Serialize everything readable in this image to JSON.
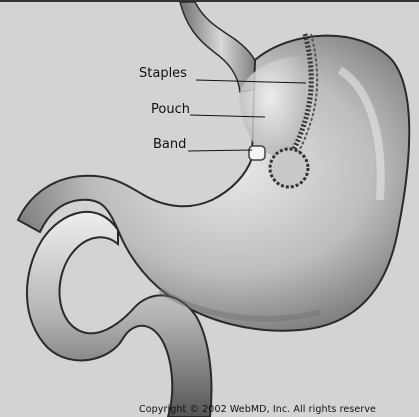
{
  "labels": {
    "staples": "Staples",
    "pouch": "Pouch",
    "band": "Band"
  },
  "copyright": "Copyright © 2002 WebMD, Inc. All rights reserve",
  "colors": {
    "background": "#d3d3d3",
    "organ_light": "#e6e6e6",
    "organ_dark": "#5a5a5a",
    "outline": "#2a2a2a"
  }
}
